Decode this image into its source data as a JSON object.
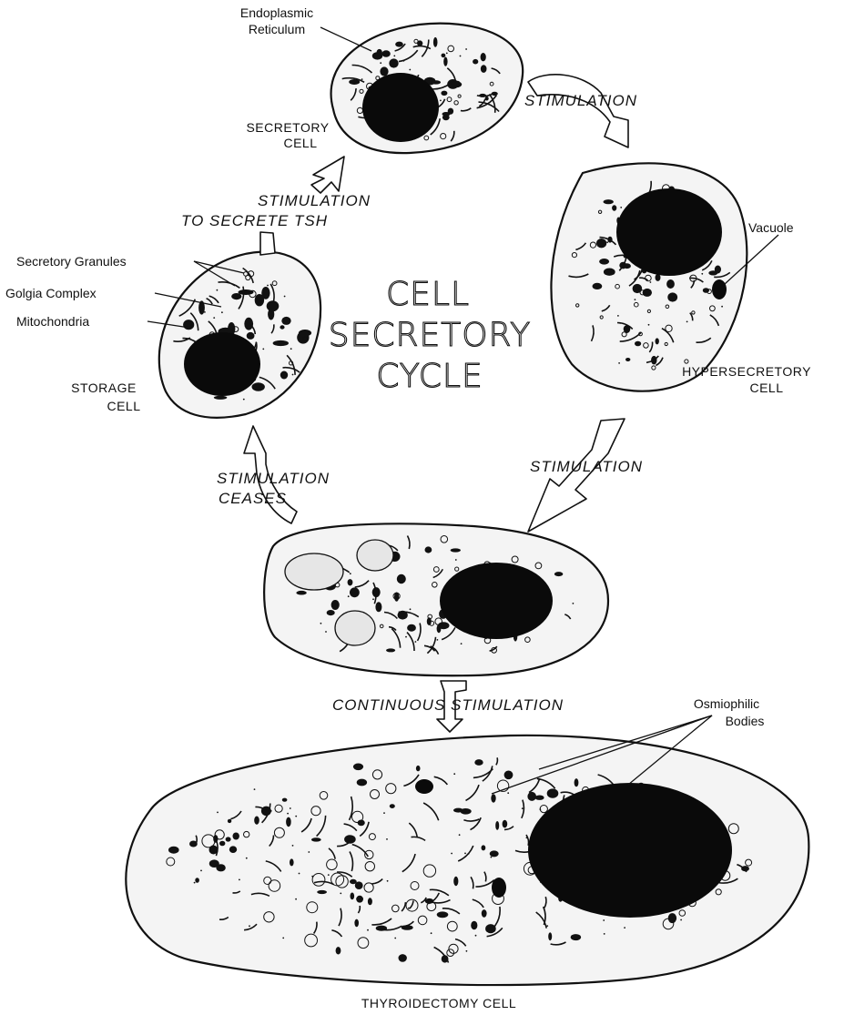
{
  "diagram": {
    "title_lines": [
      "CELL",
      "SECRETORY",
      "CYCLE"
    ],
    "cells": {
      "secretory": [
        "SECRETORY",
        "CELL"
      ],
      "hypersecretory": [
        "HYPERSECRETORY",
        "CELL"
      ],
      "storage": [
        "STORAGE",
        "CELL"
      ],
      "thyroidectomy": [
        "THYROIDECTOMY CELL"
      ]
    },
    "labels": {
      "endoplasmic_reticulum": [
        "Endoplasmic",
        "Reticulum"
      ],
      "vacuole": "Vacuole",
      "secretory_granules": "Secretory Granules",
      "golgia_complex": "Golgia Complex",
      "mitochondria": "Mitochondria",
      "osmiophilic_bodies": [
        "Osmiophilic",
        "Bodies"
      ]
    },
    "arrows": {
      "secretory_to_hyper": "STIMULATION",
      "hyper_to_intermediate": "STIMULATION",
      "storage_to_secretory": [
        "STIMULATION",
        "TO SECRETE TSH"
      ],
      "intermediate_to_storage": [
        "STIMULATION",
        "CEASES"
      ],
      "intermediate_to_thyroidectomy": "CONTINUOUS STIMULATION"
    }
  }
}
